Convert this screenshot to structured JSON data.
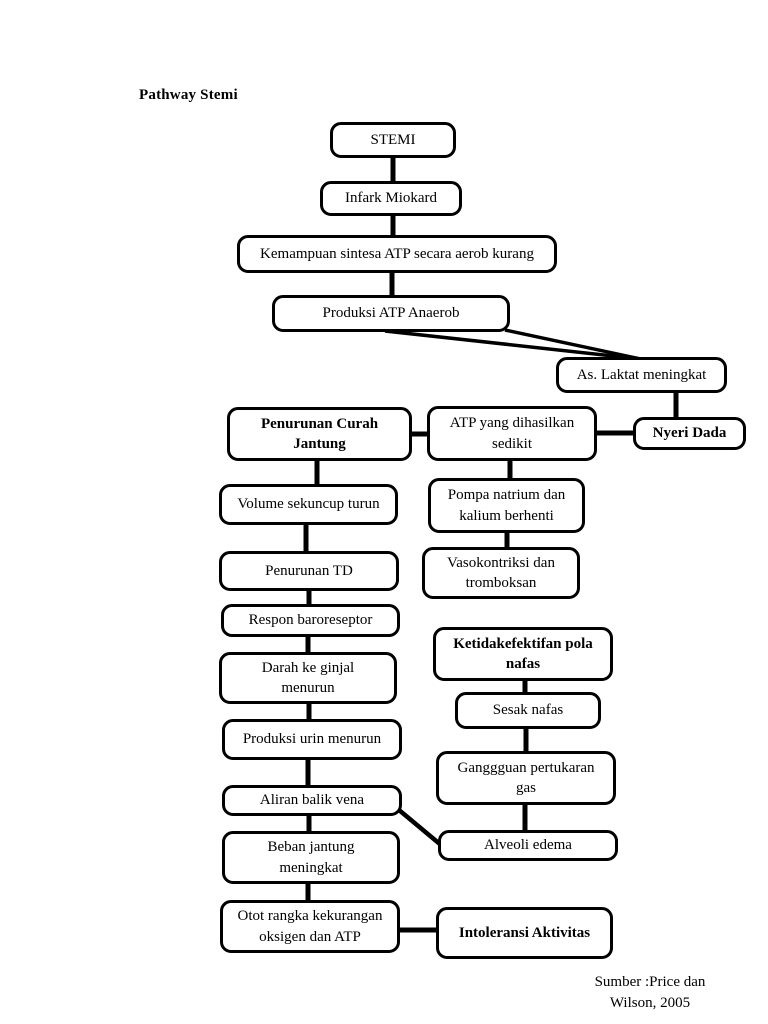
{
  "page": {
    "title": "Pathway Stemi"
  },
  "colors": {
    "background": "#ffffff",
    "box_border": "#000000",
    "text": "#000000",
    "connector": "#000000"
  },
  "nodes": {
    "stemi": {
      "label": "STEMI"
    },
    "infark_miokard": {
      "label": "Infark Miokard"
    },
    "kemampuan_sintesa": {
      "label": "Kemampuan sintesa ATP secara aerob kurang"
    },
    "produksi_atp_anaerob": {
      "label": "Produksi ATP Anaerob"
    },
    "as_laktat_meningkat": {
      "label": "As. Laktat meningkat"
    },
    "penurunan_curah_jantung": {
      "label": "Penurunan Curah Jantung"
    },
    "atp_yang_dihasilkan_sedikit": {
      "label": "ATP yang dihasilkan sedikit"
    },
    "nyeri_dada": {
      "label": "Nyeri Dada"
    },
    "volume_sekuncup_turun": {
      "label": "Volume sekuncup turun"
    },
    "pompa_natrium_kalium": {
      "label": "Pompa natrium dan kalium berhenti"
    },
    "penurunan_td": {
      "label": "Penurunan TD"
    },
    "vasokontriksi_tromboksan": {
      "label": "Vasokontriksi dan tromboksan"
    },
    "respon_baroreseptor": {
      "label": "Respon baroreseptor"
    },
    "ketidakefektifan_pola_nafas": {
      "label": "Ketidakefektifan pola nafas"
    },
    "darah_ke_ginjal_menurun": {
      "label": "Darah ke ginjal menurun"
    },
    "sesak_nafas": {
      "label": "Sesak nafas"
    },
    "produksi_urin_menurun": {
      "label": "Produksi urin menurun"
    },
    "ganggguan_pertukaran_gas": {
      "label": "Ganggguan pertukaran gas"
    },
    "aliran_balik_vena": {
      "label": "Aliran balik vena"
    },
    "alveoli_edema": {
      "label": "Alveoli edema"
    },
    "beban_jantung_meningkat": {
      "label": "Beban jantung meningkat"
    },
    "otot_rangka_kekurangan": {
      "label": "Otot rangka kekurangan oksigen dan ATP"
    },
    "intoleransi_aktivitas": {
      "label": "Intoleransi Aktivitas"
    }
  },
  "footer": {
    "source_line1": "Sumber :Price dan",
    "source_line2": "Wilson, 2005"
  }
}
